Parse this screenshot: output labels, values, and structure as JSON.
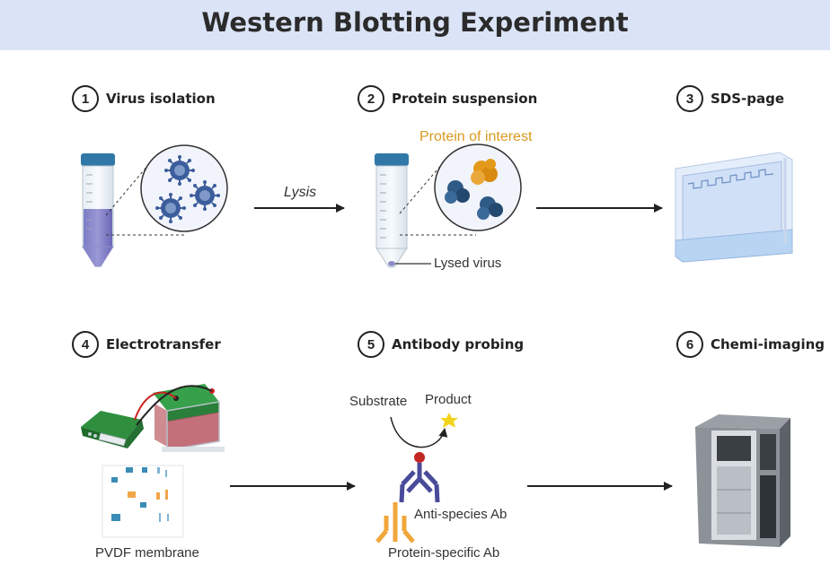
{
  "title": "Western Blotting Experiment",
  "steps": [
    {
      "num": "1",
      "label": "Virus isolation"
    },
    {
      "num": "2",
      "label": "Protein suspension"
    },
    {
      "num": "3",
      "label": "SDS-page"
    },
    {
      "num": "4",
      "label": "Electrotransfer"
    },
    {
      "num": "5",
      "label": "Antibody probing"
    },
    {
      "num": "6",
      "label": "Chemi-imaging"
    }
  ],
  "annotations": {
    "lysis": "Lysis",
    "protein_of_interest": "Protein of interest",
    "lysed_virus": "Lysed virus",
    "pvdf_membrane": "PVDF membrane",
    "substrate": "Substrate",
    "product": "Product",
    "anti_species_ab": "Anti-species Ab",
    "protein_specific_ab": "Protein-specific Ab"
  },
  "colors": {
    "banner": "#dbe4f7",
    "tube_cap": "#2f78a8",
    "virus": "#3c5d9c",
    "protein_of_interest": "#e39a1c",
    "protein_other": "#2e5a86",
    "gel": "#cfe0f7",
    "membrane_blue": "#3a8cb6",
    "membrane_orange": "#f0a64a",
    "antibody_anti": "#4a4a9a",
    "antibody_specific": "#f0a63a",
    "arrow": "#222222"
  },
  "icons": [
    "test-tube-icon",
    "virus-icon",
    "protein-icon",
    "gel-tank-icon",
    "power-supply-icon",
    "transfer-tank-icon",
    "membrane-icon",
    "antibody-icon",
    "imager-icon"
  ]
}
